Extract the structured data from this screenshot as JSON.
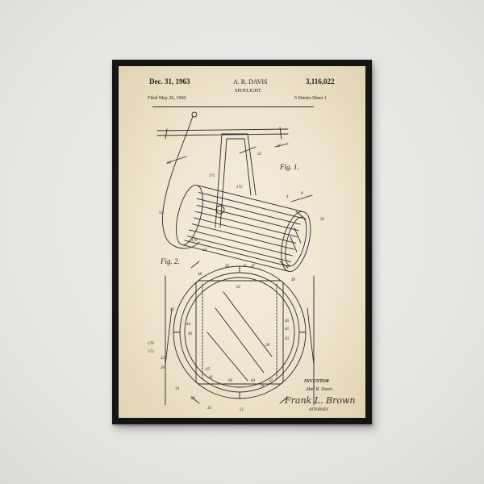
{
  "patent": {
    "date": "Dec. 31, 1963",
    "inventor_header": "A. R. DAVIS",
    "number": "3,116,022",
    "title": "SPOTLIGHT",
    "filed": "Filed May 26, 1960",
    "sheets": "5 Sheets-Sheet 1"
  },
  "figures": {
    "fig1": "Fig. 1.",
    "fig2": "Fig. 2."
  },
  "credits": {
    "inventor_label": "INVENTOR",
    "inventor_name": "Abel R. Davis",
    "attorney_signature": "Frank L. Brown",
    "attorney_label": "ATTORNEY"
  },
  "callouts": [
    "23",
    "22",
    "21",
    "171",
    "172",
    "52",
    "4",
    "8",
    "56",
    "170",
    "24",
    "49",
    "41",
    "50",
    "47",
    "48",
    "62",
    "44",
    "42",
    "40",
    "46",
    "45",
    "43",
    "172",
    "170",
    "33",
    "30",
    "28",
    "65",
    "61",
    "60",
    "64",
    "31",
    "32",
    "36",
    "35",
    "34",
    "51"
  ],
  "colors": {
    "wall": "#e6e4e1",
    "frame": "#151515",
    "paper": "#f1e8d3",
    "ink": "#2a2a2a"
  }
}
